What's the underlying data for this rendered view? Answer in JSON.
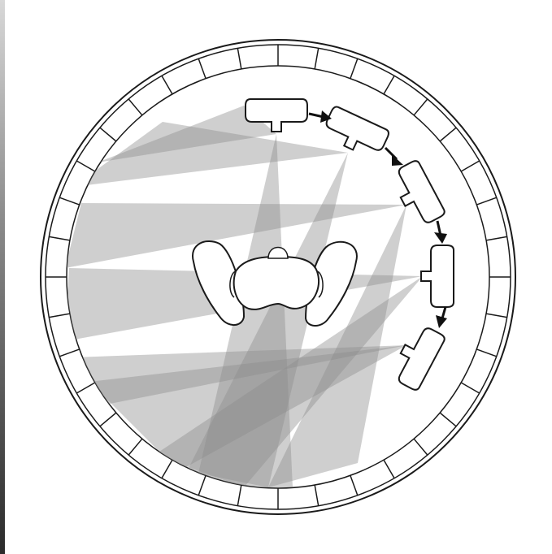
{
  "figure": {
    "type": "diagram",
    "description_elements": [
      "circular-chamber",
      "head-outline",
      "light-beams",
      "sensor-arc"
    ],
    "colors": {
      "background": "#ffffff",
      "outline": "#1a1a1a",
      "beam": "#8c8c8c",
      "arrow": "#111111"
    },
    "sensor_count": 5,
    "wall_segment_count": 36
  }
}
